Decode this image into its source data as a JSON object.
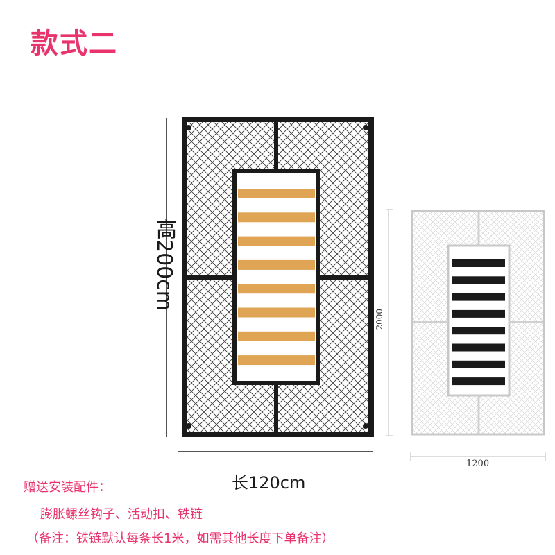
{
  "title": "款式二",
  "main_drawing": {
    "height_label": "高200cm",
    "width_label": "长120cm",
    "slat_count": 8,
    "slat_color": "#e0a455",
    "frame_color": "#1a1a1a"
  },
  "reference_drawing": {
    "height_label": "2000",
    "width_label": "1200",
    "slat_count": 8,
    "slat_color": "#1a1a1a"
  },
  "accessories": {
    "heading": "赠送安装配件：",
    "items": "膨胀螺丝钩子、活动扣、铁链",
    "note": "（备注：铁链默认每条长1米，如需其他长度下单备注）"
  },
  "accent_color": "#e8336d"
}
